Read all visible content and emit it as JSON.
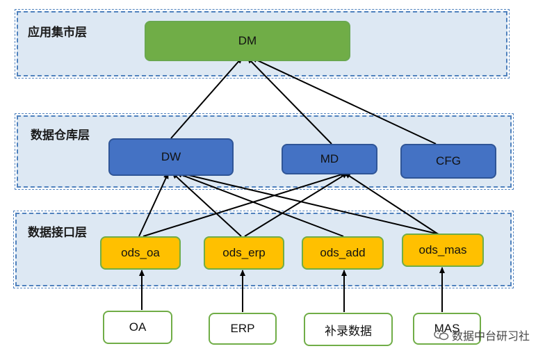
{
  "layers": {
    "mart": "应用集市层",
    "warehouse": "数据仓库层",
    "interface": "数据接口层"
  },
  "nodes": {
    "dm": "DM",
    "dw": "DW",
    "md": "MD",
    "cfg": "CFG",
    "ods_oa": "ods_oa",
    "ods_erp": "ods_erp",
    "ods_add": "ods_add",
    "ods_mas": "ods_mas",
    "oa": "OA",
    "erp": "ERP",
    "supplement": "补录数据",
    "mas": "MAS"
  },
  "colors": {
    "layer_bg": "#dde8f3",
    "layer_border": "#4f81bd",
    "mart_node": "#70ad47",
    "warehouse_node": "#4472c4",
    "interface_node": "#ffc000",
    "source_border": "#70ad47"
  },
  "watermark": {
    "text": "数据中台研习社",
    "icon": "wechat-icon"
  }
}
